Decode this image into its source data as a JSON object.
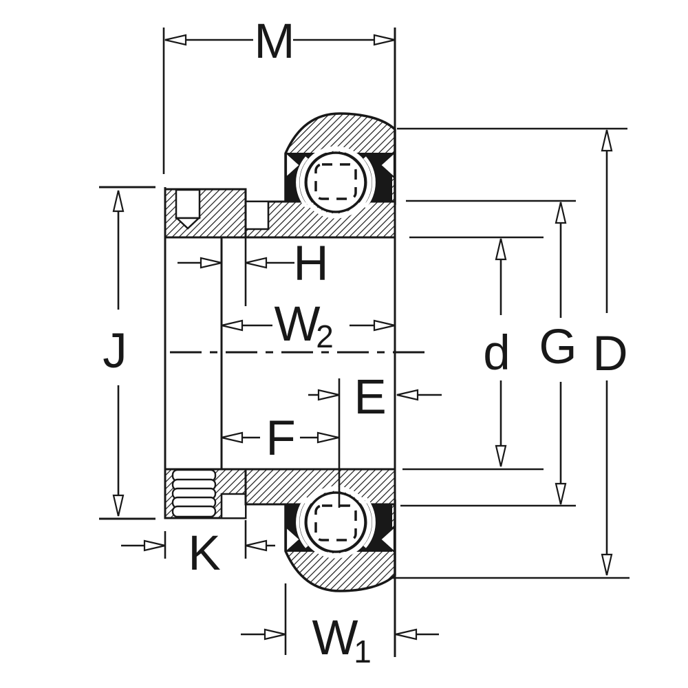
{
  "drawing": {
    "description_labels": {
      "M": "M",
      "J": "J",
      "H": "H",
      "E": "E",
      "F": "F",
      "K": "K",
      "d": "d",
      "G": "G",
      "D": "D",
      "W1_base": "W",
      "W1_sub": "1",
      "W2_base": "W",
      "W2_sub": "2"
    },
    "colors": {
      "ink": "#181818",
      "paper": "#ffffff"
    }
  }
}
